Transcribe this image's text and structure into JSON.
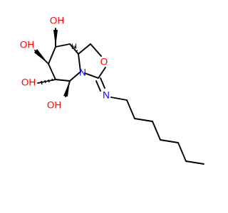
{
  "colors": {
    "background": "#ffffff",
    "bond": "#000000",
    "oxygen": "#ff0000",
    "nitrogen": "#0000ff",
    "hydrogen": "#000000"
  },
  "labels": {
    "oh_top": "OH",
    "oh_upper_left": "OH",
    "oh_middle_left": "OH",
    "oh_bottom": "OH",
    "ring_oxygen": "O",
    "ring_nitrogen": "N",
    "imine_nitrogen": "N",
    "stereo_h": "H"
  }
}
